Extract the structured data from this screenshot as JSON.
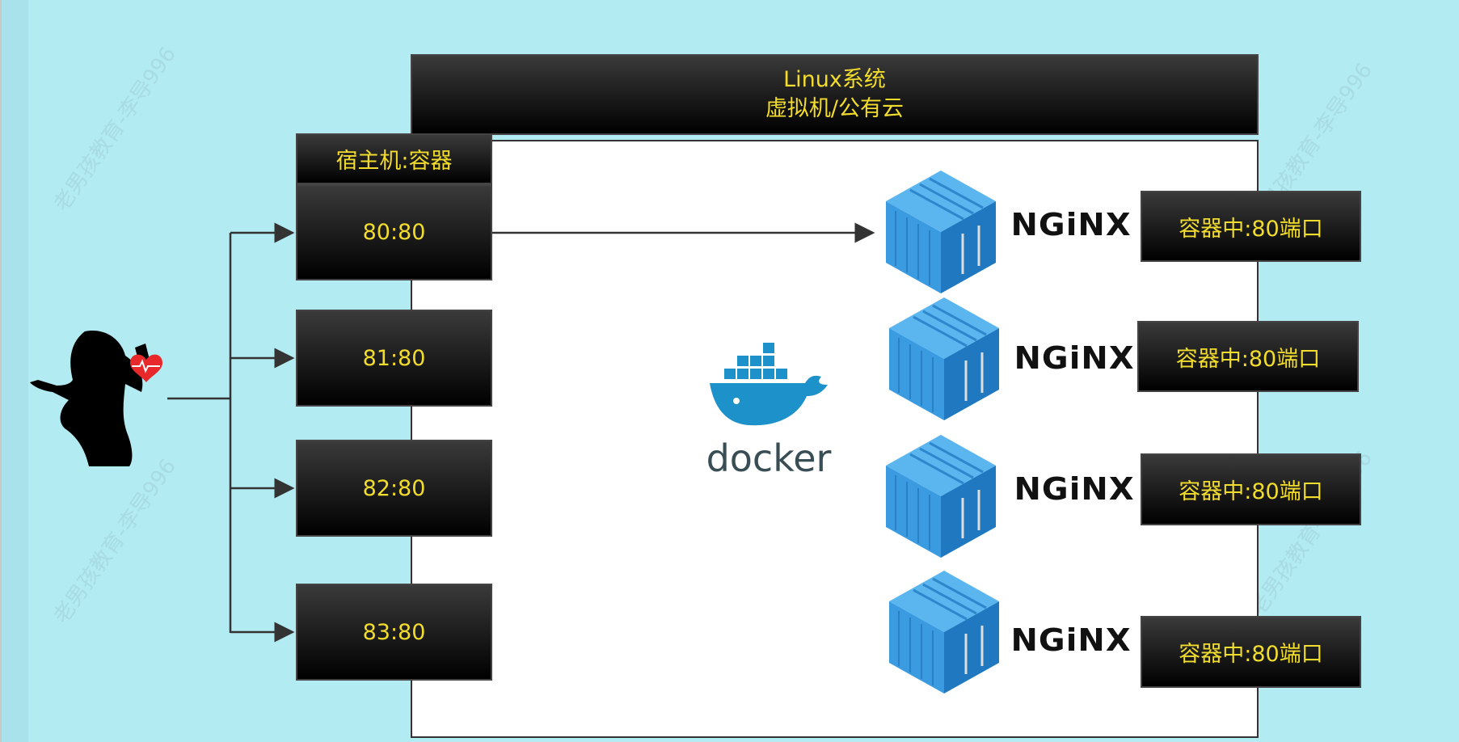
{
  "title": {
    "line1": "Linux系统",
    "line2": "虚拟机/公有云"
  },
  "host_header": "宿主机:容器",
  "host_ports": [
    "80:80",
    "81:80",
    "82:80",
    "83:80"
  ],
  "containers": [
    {
      "app": "NGiNX",
      "label": "容器中:80端口"
    },
    {
      "app": "NGiNX",
      "label": "容器中:80端口"
    },
    {
      "app": "NGiNX",
      "label": "容器中:80端口"
    },
    {
      "app": "NGiNX",
      "label": "容器中:80端口"
    }
  ],
  "docker_logo_text": "docker",
  "watermark": "老男孩教育-李导996",
  "colors": {
    "background": "#b2ebf2",
    "label_text": "#f2dc2c",
    "container_blue": "#3a9be0",
    "docker_blue": "#1d91c9",
    "docker_text": "#394d54"
  }
}
